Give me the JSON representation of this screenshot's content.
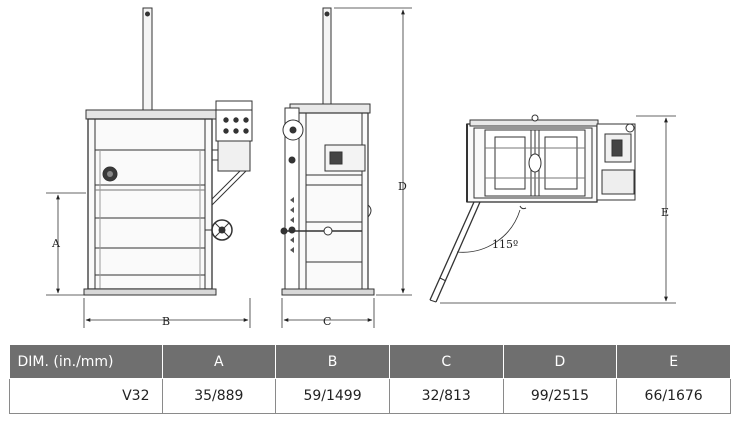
{
  "drawing": {
    "labels": {
      "a": "A",
      "b": "B",
      "c": "C",
      "d": "D",
      "e": "E"
    },
    "angle": "115º"
  },
  "table": {
    "headers": [
      "DIM. (in./mm)",
      "A",
      "B",
      "C",
      "D",
      "E"
    ],
    "rows": [
      [
        "V32",
        "35/889",
        "59/1499",
        "32/813",
        "99/2515",
        "66/1676"
      ]
    ]
  }
}
